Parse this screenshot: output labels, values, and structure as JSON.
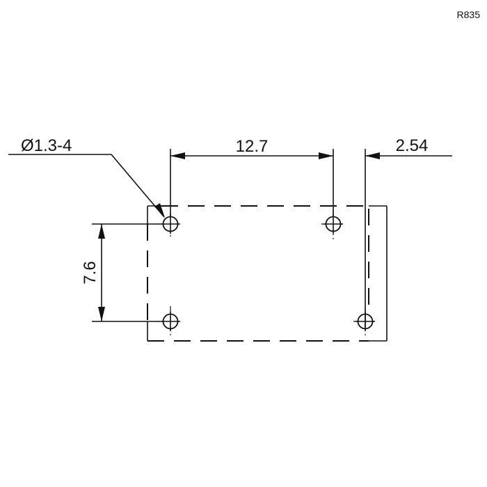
{
  "model_code": "R835",
  "dimensions": {
    "hole_spec": "Ø1.3-4",
    "horizontal_pitch": "12.7",
    "offset": "2.54",
    "vertical_pitch": "7.6"
  },
  "colors": {
    "line": "#111111",
    "background": "#ffffff"
  }
}
